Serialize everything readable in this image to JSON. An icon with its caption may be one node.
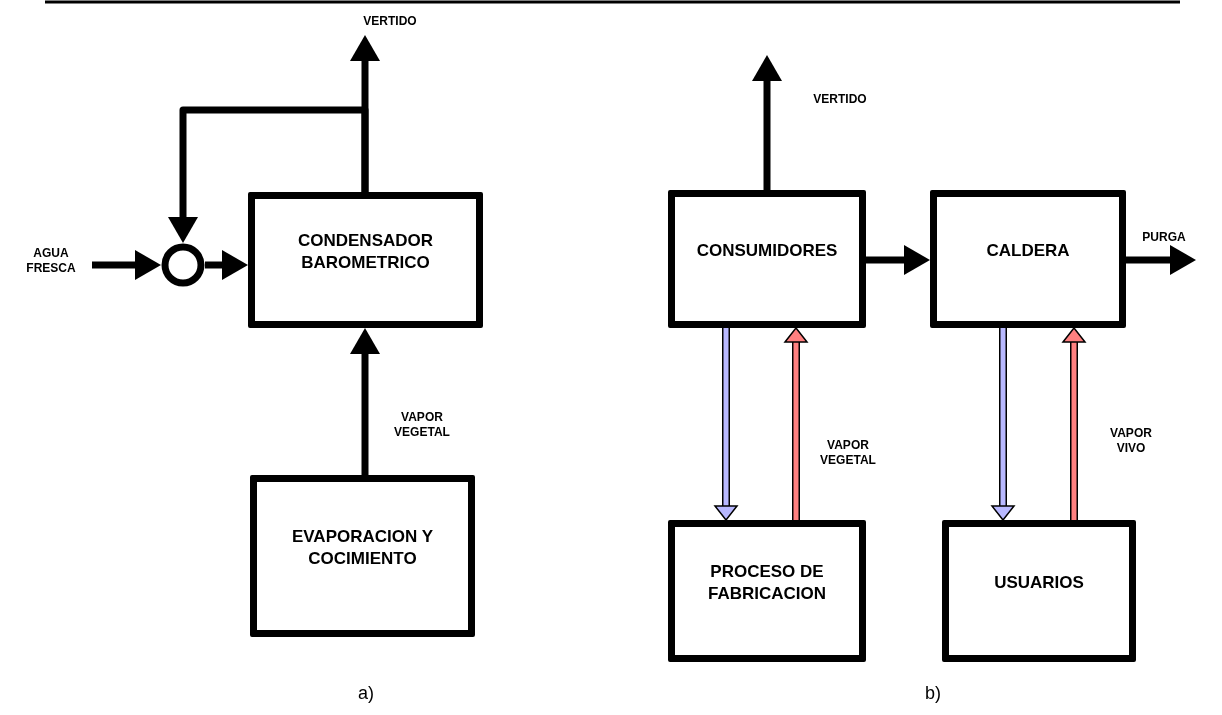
{
  "diagram": {
    "nodes": [
      {
        "text": [
          "CONDENSADOR BAROMETRICO"
        ]
      },
      {
        "text": [
          "EVAPORACION Y COCIMIENTO"
        ]
      },
      {
        "text": [],
        "shape": "circle"
      },
      {
        "text": [
          "CONSUMIDORES"
        ]
      },
      {
        "text": [
          "CALDERA"
        ]
      },
      {
        "text": [
          "PROCESO DE FABRICACION"
        ]
      },
      {
        "text": [
          "USUARIOS"
        ]
      }
    ],
    "edges": [
      {
        "from": null,
        "to": 2,
        "arrow": "to",
        "label": "AGUA FRESCA"
      },
      {
        "from": 2,
        "to": 0,
        "arrow": "to"
      },
      {
        "from": 1,
        "to": 0,
        "arrow": "to",
        "label": "VAPOR VEGETAL"
      },
      {
        "from": 0,
        "to": null,
        "arrow": "to",
        "label": "VERTIDO"
      },
      {
        "from": 0,
        "to": 2,
        "arrow": "to"
      },
      {
        "from": 3,
        "to": null,
        "arrow": "to",
        "label": "VERTIDO"
      },
      {
        "from": 3,
        "to": 4,
        "arrow": "to"
      },
      {
        "from": 4,
        "to": null,
        "arrow": "to",
        "label": "PURGA"
      },
      {
        "from": 3,
        "to": 5,
        "arrow": "to",
        "color": "#b8b8ff"
      },
      {
        "from": 5,
        "to": 3,
        "arrow": "to",
        "color": "#ff8080",
        "label": "VAPOR VEGETAL"
      },
      {
        "from": 4,
        "to": 6,
        "arrow": "to",
        "color": "#b8b8ff"
      },
      {
        "from": 6,
        "to": 4,
        "arrow": "to",
        "color": "#ff8080",
        "label": "VAPOR VIVO"
      }
    ],
    "labels": [
      "a)",
      "b)"
    ]
  }
}
